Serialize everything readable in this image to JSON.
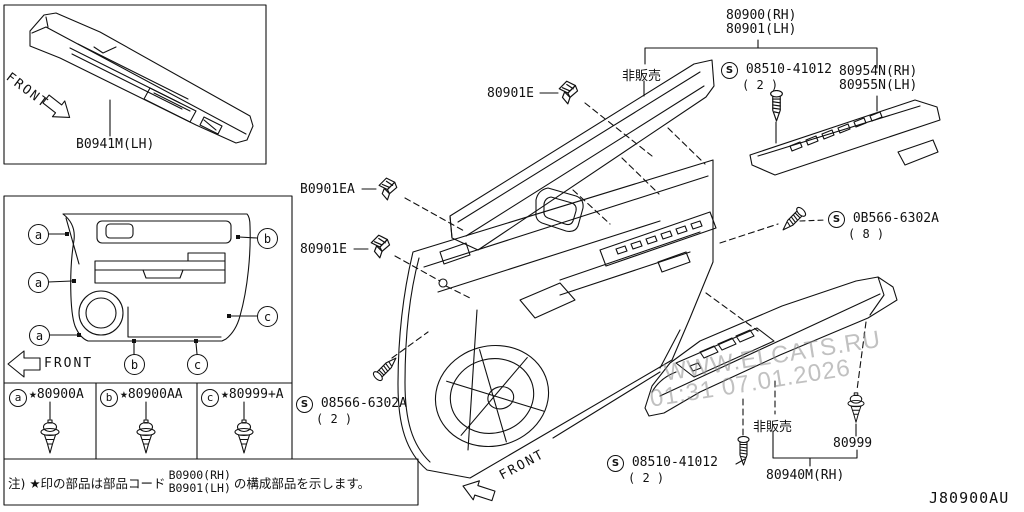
{
  "page": {
    "diagram_code": "J80900AU"
  },
  "watermark": {
    "line1": "WWW.ELCATS.RU",
    "line2": "01:31 07.01.2026"
  },
  "inset_finisher": {
    "front": "FRONT",
    "part": "B0941M(LH)"
  },
  "inset_panel": {
    "front": "FRONT",
    "markers": [
      "a",
      "b",
      "a",
      "c",
      "a",
      "b",
      "c"
    ]
  },
  "legend": {
    "cells": [
      {
        "letter": "a",
        "code": "★80900A"
      },
      {
        "letter": "b",
        "code": "★80900AA"
      },
      {
        "letter": "c",
        "code": "★80999+A"
      }
    ]
  },
  "note": {
    "prefix": "注) ★印の部品は部品コード",
    "code_rh": "B0900(RH)",
    "code_lh": "B0901(LH)",
    "suffix": "の構成部品を示します。"
  },
  "labels": {
    "assy_rh": "80900(RH)",
    "assy_lh": "80901(LH)",
    "not_sold_top": "非販売",
    "not_sold_bottom": "非販売",
    "screw_top": {
      "s": "S",
      "code": "08510-41012",
      "qty": "( 2 )"
    },
    "screw_right": {
      "s": "S",
      "code": "0B566-6302A",
      "qty": "( 8 )"
    },
    "screw_left": {
      "s": "S",
      "code": "08566-6302A",
      "qty": "( 2 )"
    },
    "screw_bottom": {
      "s": "S",
      "code": "08510-41012",
      "qty": "( 2 )"
    },
    "strip_rh": "80954N(RH)",
    "strip_lh": "80955N(LH)",
    "clip_top": "80901E",
    "clip_mid": "B0901EA",
    "clip_low": "80901E",
    "clip_bottom": "80999",
    "armrest": "80940M(RH)",
    "front_main": "FRONT"
  }
}
